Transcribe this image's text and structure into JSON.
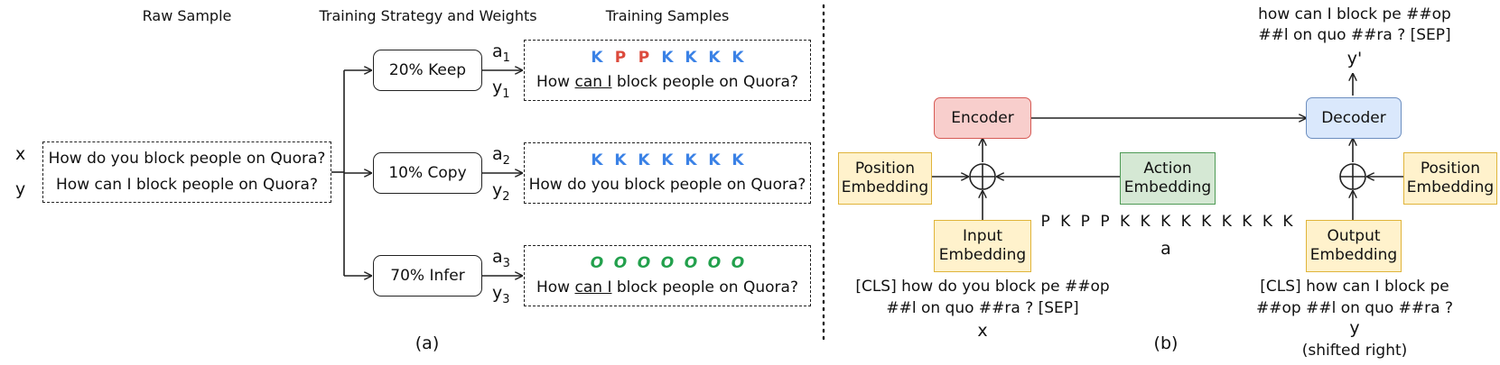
{
  "colors": {
    "keep": "#3b82e6",
    "pred": "#dc4a3c",
    "infer": "#22a04c",
    "encoder_fill": "#f8cecc",
    "decoder_fill": "#dae8fc",
    "action_fill": "#d5e8d4",
    "embedding_fill": "#fff2cc"
  },
  "panel_a": {
    "headers": {
      "raw": "Raw Sample",
      "strategy": "Training Strategy and Weights",
      "samples": "Training Samples"
    },
    "raw": {
      "x_label": "x",
      "y_label": "y",
      "x_text": "How do you block people on Quora?",
      "y_text": "How can I block people on Quora?"
    },
    "strategies": [
      {
        "label": "20% Keep",
        "a_label": "a",
        "a_sub": "1",
        "y_label": "y",
        "y_sub": "1",
        "tokens": [
          "K",
          "P",
          "P",
          "K",
          "K",
          "K",
          "K"
        ],
        "token_kinds": [
          "keep",
          "pred",
          "pred",
          "keep",
          "keep",
          "keep",
          "keep"
        ],
        "sentence_pre": "How ",
        "sentence_ul": "can I",
        "sentence_post": " block people on Quora?"
      },
      {
        "label": "10% Copy",
        "a_label": "a",
        "a_sub": "2",
        "y_label": "y",
        "y_sub": "2",
        "tokens": [
          "K",
          "K",
          "K",
          "K",
          "K",
          "K",
          "K"
        ],
        "token_kinds": [
          "keep",
          "keep",
          "keep",
          "keep",
          "keep",
          "keep",
          "keep"
        ],
        "sentence_pre": "How do you block people on Quora?",
        "sentence_ul": "",
        "sentence_post": ""
      },
      {
        "label": "70% Infer",
        "a_label": "a",
        "a_sub": "3",
        "y_label": "y",
        "y_sub": "3",
        "tokens": [
          "O",
          "O",
          "O",
          "O",
          "O",
          "O",
          "O"
        ],
        "token_kinds": [
          "infer",
          "infer",
          "infer",
          "infer",
          "infer",
          "infer",
          "infer"
        ],
        "sentence_pre": "How ",
        "sentence_ul": "can I",
        "sentence_post": " block people on Quora?"
      }
    ],
    "caption": "(a)"
  },
  "panel_b": {
    "encoder": "Encoder",
    "decoder": "Decoder",
    "action_embedding": [
      "Action",
      "Embedding"
    ],
    "position_embedding_left": [
      "Position",
      "Embedding"
    ],
    "position_embedding_right": [
      "Position",
      "Embedding"
    ],
    "input_embedding": [
      "Input",
      "Embedding"
    ],
    "output_embedding": [
      "Output",
      "Embedding"
    ],
    "action_sequence": "P K P P K K K K K K K K K",
    "action_label": "a",
    "input_text": [
      "[CLS] how do you block pe ##op",
      "##l on quo ##ra ? [SEP]"
    ],
    "input_label": "x",
    "output_text": [
      "[CLS] how can I block pe",
      "##op ##l on quo ##ra ?"
    ],
    "output_label": "y",
    "output_note": "(shifted right)",
    "target_text": [
      "how can I block pe ##op",
      "##l on quo ##ra ? [SEP]"
    ],
    "target_label": "y'",
    "caption": "(b)"
  }
}
